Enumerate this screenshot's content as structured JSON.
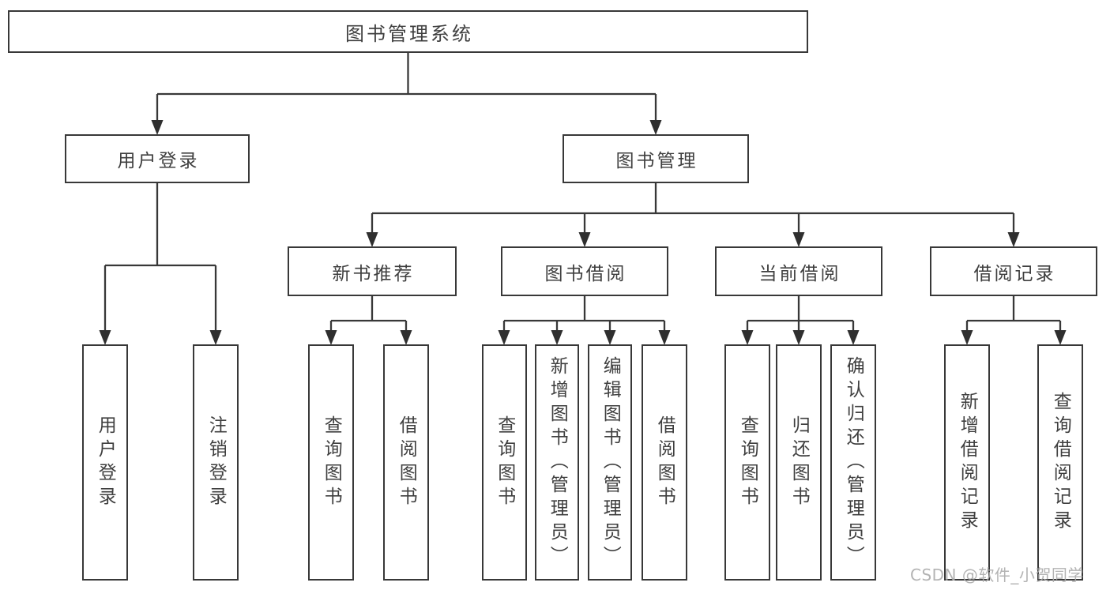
{
  "tree": {
    "label": "图书管理系统",
    "children": [
      {
        "label": "用户登录",
        "children": [
          {
            "label": "用户登录"
          },
          {
            "label": "注销登录"
          }
        ]
      },
      {
        "label": "图书管理",
        "children": [
          {
            "label": "新书推荐",
            "children": [
              {
                "label": "查询图书"
              },
              {
                "label": "借阅图书"
              }
            ]
          },
          {
            "label": "图书借阅",
            "children": [
              {
                "label": "查询图书"
              },
              {
                "label": "新增图书（管理员）"
              },
              {
                "label": "编辑图书（管理员）"
              },
              {
                "label": "借阅图书"
              }
            ]
          },
          {
            "label": "当前借阅",
            "children": [
              {
                "label": "查询图书"
              },
              {
                "label": "归还图书"
              },
              {
                "label": "确认归还（管理员）"
              }
            ]
          },
          {
            "label": "借阅记录",
            "children": [
              {
                "label": "新增借阅记录"
              },
              {
                "label": "查询借阅记录"
              }
            ]
          }
        ]
      }
    ]
  },
  "watermark": "CSDN @软件_小贺同学",
  "colors": {
    "line": "#383838",
    "arrow": "#2f2f2f",
    "text": "#3f3f3f",
    "watermark": "#ababab",
    "background": "#ffffff"
  }
}
